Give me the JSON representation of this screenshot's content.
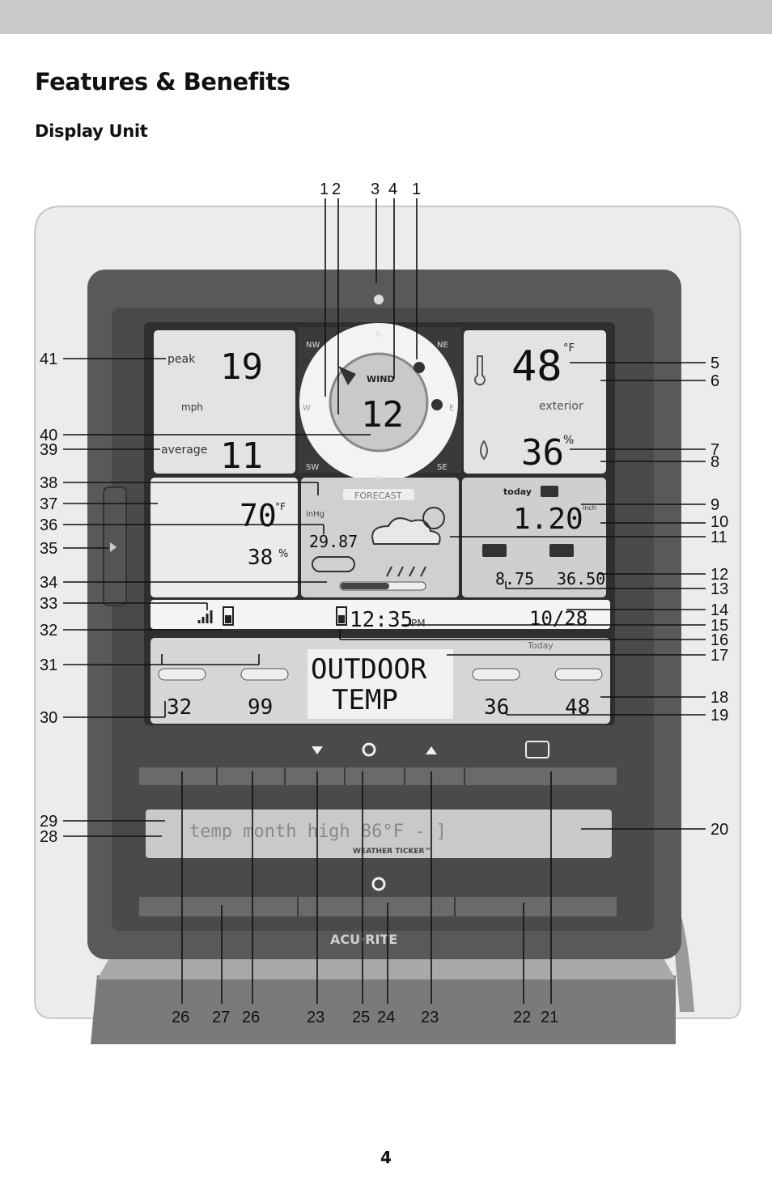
{
  "page": {
    "title": "Features & Benefits",
    "subtitle": "Display Unit",
    "page_number": "4"
  },
  "display": {
    "wind": {
      "peak_label": "peak",
      "peak_value": "19",
      "unit": "mph",
      "average_label": "average",
      "average_value": "11",
      "compass_label": "WIND",
      "speed": "12",
      "directions": [
        "N",
        "NE",
        "E",
        "SE",
        "S",
        "SW",
        "W",
        "NW"
      ]
    },
    "outdoor": {
      "temp": "48",
      "temp_unit": "°F",
      "label": "exterior",
      "humidity": "36",
      "humidity_unit": "%"
    },
    "indoor": {
      "temp": "70",
      "temp_unit": "°F",
      "humidity": "38",
      "humidity_unit": "%"
    },
    "forecast": {
      "label": "FORECAST",
      "pressure_unit": "inHg",
      "pressure": "29.87"
    },
    "rain": {
      "today_label": "today",
      "amount": "1.20",
      "unit": "inch",
      "history_1": "8.75",
      "history_2": "36.50"
    },
    "status": {
      "time": "12:35",
      "ampm": "PM",
      "date": "10/28"
    },
    "ticker_center": {
      "line1": "OUTDOOR",
      "line2": "TEMP",
      "today_label": "Today",
      "low_alarm": "32",
      "high_alarm": "99",
      "today_low": "36",
      "today_high": "48"
    },
    "weather_ticker": {
      "text": "temp month high 86°F - ]",
      "label": "WEATHER TICKER™"
    },
    "brand": "ACU·RITE"
  },
  "callouts": {
    "left": [
      "41",
      "40",
      "39",
      "38",
      "37",
      "36",
      "35",
      "34",
      "33",
      "32",
      "31",
      "30",
      "29",
      "28"
    ],
    "right": [
      "5",
      "6",
      "7",
      "8",
      "9",
      "10",
      "11",
      "12",
      "13",
      "14",
      "15",
      "16",
      "17",
      "18",
      "19",
      "20"
    ],
    "top": [
      "1",
      "2",
      "3",
      "4",
      "1"
    ],
    "bottom": [
      "26",
      "27",
      "26",
      "23",
      "25",
      "24",
      "23",
      "22",
      "21"
    ]
  }
}
